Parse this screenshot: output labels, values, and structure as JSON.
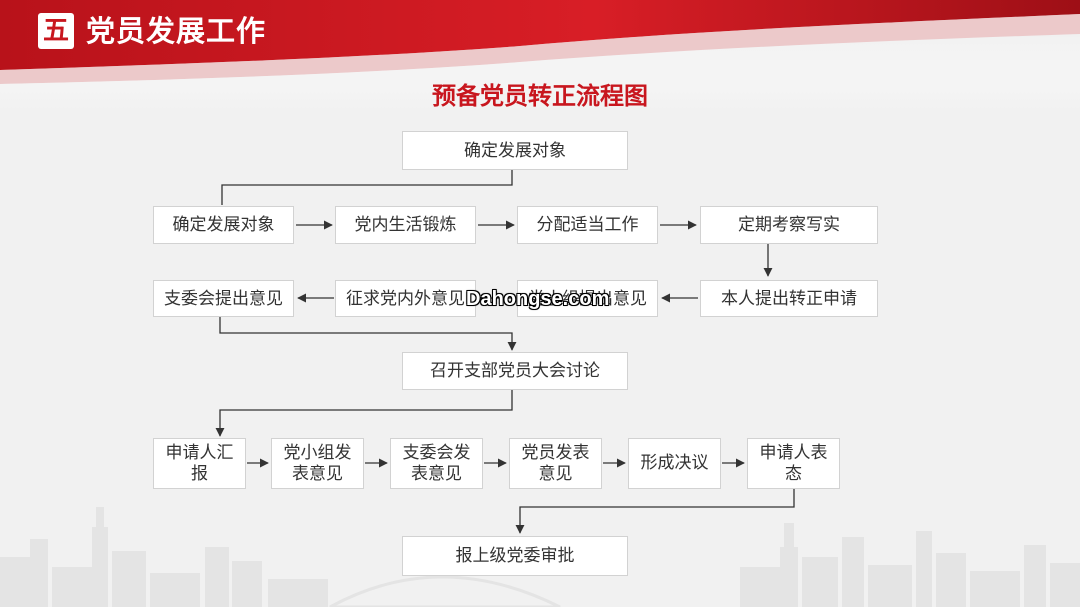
{
  "header": {
    "badge": "五",
    "section_title": "党员发展工作"
  },
  "title": "预备党员转正流程图",
  "watermark": "Dahongse.com",
  "colors": {
    "accent": "#c8161e",
    "node_border": "#d2d2d2",
    "arrow": "#333333"
  },
  "nodes": {
    "top": "确定发展对象",
    "row1": [
      "确定发展对象",
      "党内生活锻炼",
      "分配适当工作",
      "定期考察写实"
    ],
    "row2": [
      "支委会提出意见",
      "征求党内外意见",
      "党小组提出意见",
      "本人提出转正申请"
    ],
    "meeting": "召开支部党员大会讨论",
    "row3": [
      "申请人汇报",
      "党小组发表意见",
      "支委会发表意见",
      "党员发表意见",
      "形成决议",
      "申请人表态"
    ],
    "final": "报上级党委审批"
  }
}
